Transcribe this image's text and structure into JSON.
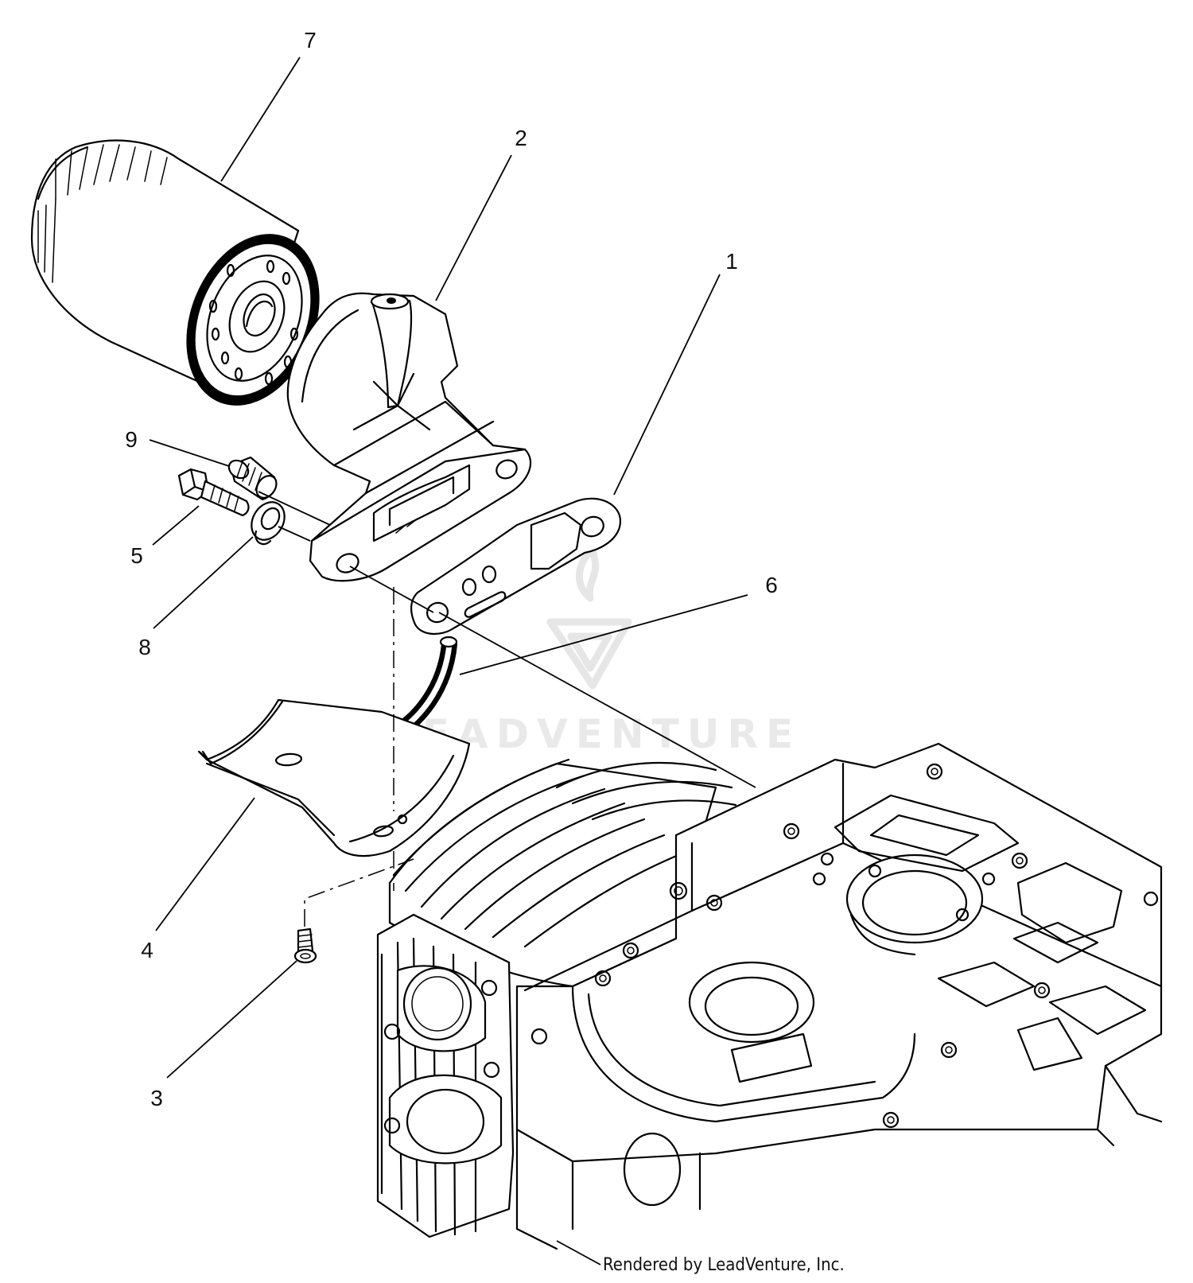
{
  "diagram": {
    "callouts": [
      {
        "id": "1",
        "label": "1"
      },
      {
        "id": "2",
        "label": "2"
      },
      {
        "id": "3",
        "label": "3"
      },
      {
        "id": "4",
        "label": "4"
      },
      {
        "id": "5",
        "label": "5"
      },
      {
        "id": "6",
        "label": "6"
      },
      {
        "id": "7",
        "label": "7"
      },
      {
        "id": "8",
        "label": "8"
      },
      {
        "id": "9",
        "label": "9"
      }
    ],
    "watermark": "LEADVENTURE",
    "credit": "Rendered by LeadVenture, Inc."
  }
}
